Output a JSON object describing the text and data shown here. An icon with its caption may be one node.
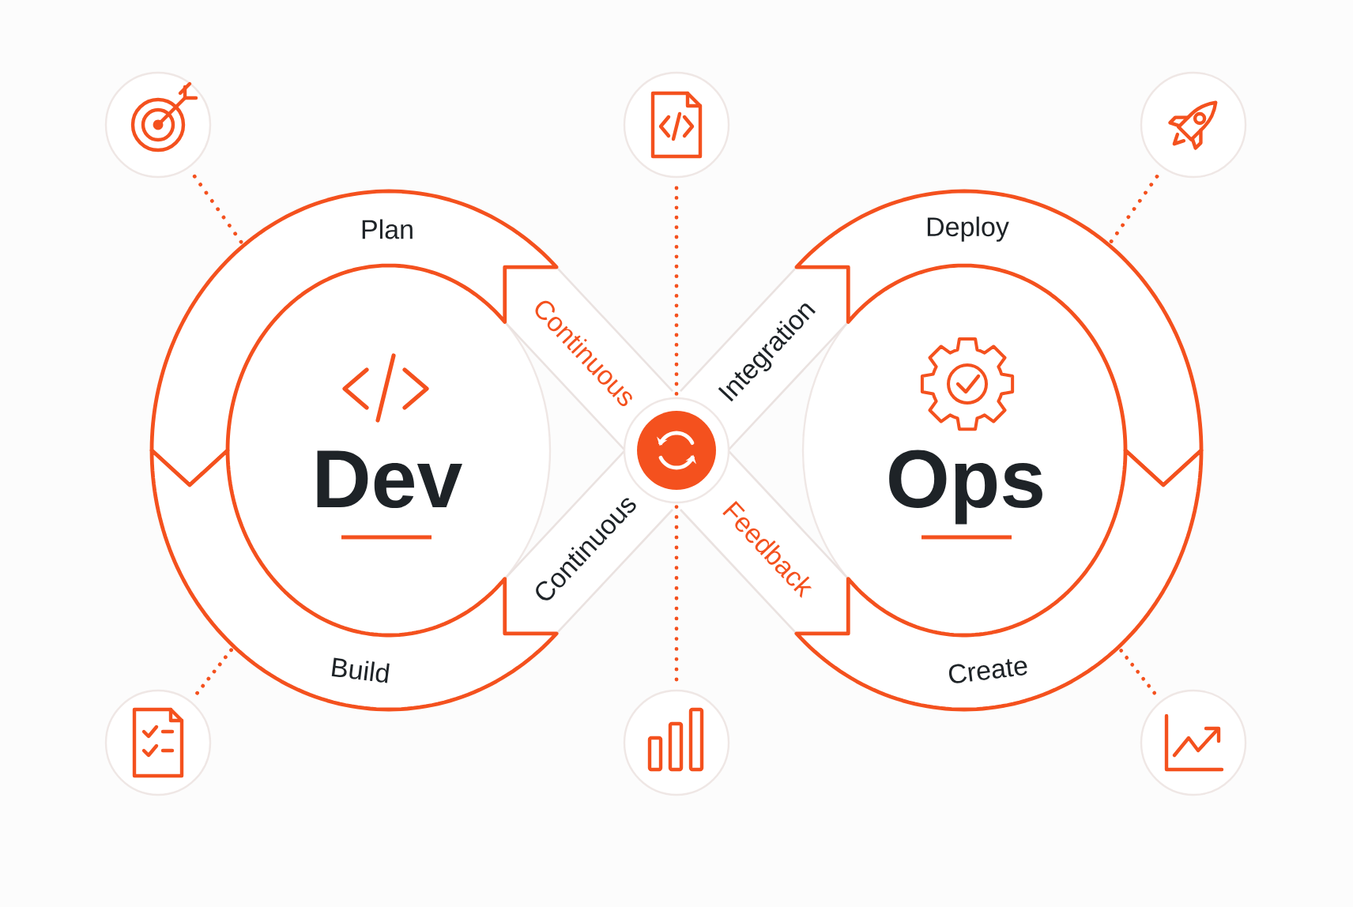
{
  "diagram": {
    "nodes": [
      {
        "text": [],
        "shape": "circle"
      },
      {
        "text": [],
        "shape": "circle"
      },
      {
        "text": [],
        "shape": "circle"
      },
      {
        "text": [
          "Plan"
        ]
      },
      {
        "text": [
          "Deploy"
        ]
      },
      {
        "text": [
          "Continuous"
        ]
      },
      {
        "text": [
          "Integration"
        ]
      },
      {
        "text": [
          "Dev"
        ]
      },
      {
        "text": [
          "Ops"
        ]
      },
      {
        "text": [],
        "shape": "circle"
      },
      {
        "text": [
          "Continuous"
        ]
      },
      {
        "text": [
          "Feedback"
        ]
      },
      {
        "text": [
          "Build"
        ]
      },
      {
        "text": [
          "Create"
        ]
      },
      {
        "text": [],
        "shape": "circle"
      },
      {
        "text": [],
        "shape": "circle"
      },
      {
        "text": [],
        "shape": "circle"
      }
    ],
    "edges": [
      {
        "from": 0,
        "to": 3,
        "arrow": "none",
        "style": "dashed"
      },
      {
        "from": 1,
        "to": 9,
        "arrow": "none",
        "style": "dashed"
      },
      {
        "from": 2,
        "to": 4,
        "arrow": "none",
        "style": "dashed"
      },
      {
        "from": 14,
        "to": 12,
        "arrow": "none",
        "style": "dashed"
      },
      {
        "from": 15,
        "to": 9,
        "arrow": "none",
        "style": "dashed"
      },
      {
        "from": 16,
        "to": 13,
        "arrow": "none",
        "style": "dashed"
      }
    ]
  }
}
